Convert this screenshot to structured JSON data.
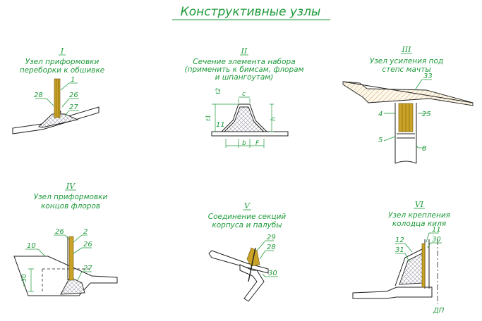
{
  "sheet": {
    "title": "Конструктивные узлы",
    "colors": {
      "label": "#1f9a3a",
      "line": "#1f1f1f",
      "wood": "#c9a227",
      "hatch": "#9a9aa8"
    }
  },
  "nodes": [
    {
      "roman": "I",
      "caption": [
        "Узел приформовки",
        "переборки к обшивке"
      ],
      "labels": [
        "28",
        "1",
        "26",
        "27"
      ]
    },
    {
      "roman": "II",
      "caption": [
        "Сечение элемента набора",
        "(применить к бимсам, флорам",
        "и шпангоутам)"
      ],
      "labels": [
        "t2",
        "c",
        "t1",
        "11",
        "h",
        "b",
        "F"
      ]
    },
    {
      "roman": "III",
      "caption": [
        "Узел усиления под",
        "степс мачты"
      ],
      "labels": [
        "33",
        "4",
        "25",
        "5",
        "8"
      ]
    },
    {
      "roman": "IV",
      "caption": [
        "Узел приформовки",
        "концов флоров"
      ],
      "labels": [
        "26",
        "2",
        "10",
        "26",
        "~30",
        "27"
      ]
    },
    {
      "roman": "V",
      "caption": [
        "Соединение секций",
        "корпуса и палубы"
      ],
      "labels": [
        "29",
        "28",
        "30"
      ]
    },
    {
      "roman": "VI",
      "caption": [
        "Узел крепления",
        "колодца киля"
      ],
      "labels": [
        "11",
        "12",
        "30",
        "31",
        "ДП"
      ]
    }
  ]
}
